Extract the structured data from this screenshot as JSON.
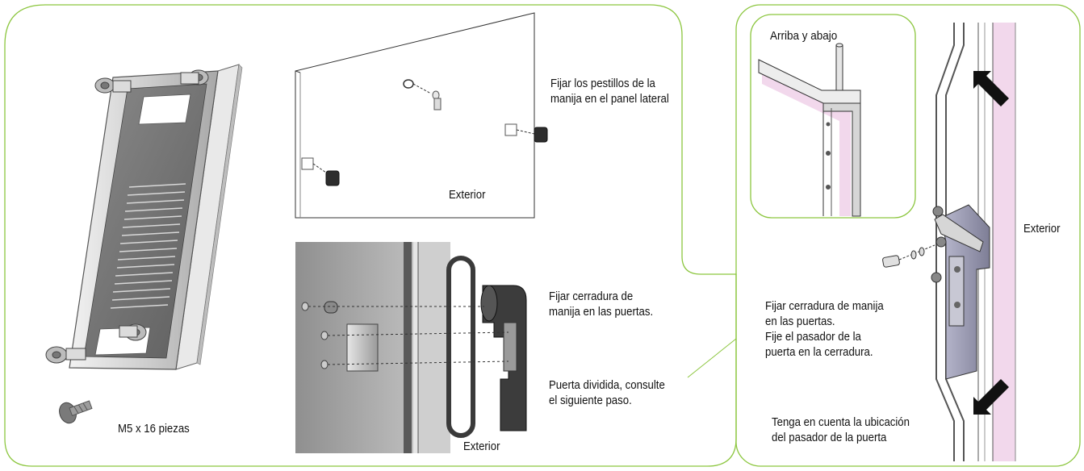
{
  "colors": {
    "frame_border": "#8cc63f",
    "steel": "#d0d0d0",
    "steel_dark": "#707070",
    "pink": "#f2d8ec",
    "black_part": "#3a3a3a"
  },
  "left_panel": {
    "screw_label": "M5 x 16 piezas",
    "side_panel_step": {
      "line1": "Fijar los pestillos de la",
      "line2": "manija en el panel lateral",
      "exterior": "Exterior"
    },
    "door_lock_step": {
      "line1": "Fijar cerradura de",
      "line2": "manija en las puertas.",
      "split1": "Puerta dividida, consulte",
      "split2": "el siguiente paso.",
      "exterior": "Exterior"
    }
  },
  "right_panel": {
    "inset_title": "Arriba y abajo",
    "exterior": "Exterior",
    "lock_line1": "Fijar cerradura de manija",
    "lock_line2": "en las puertas.",
    "pin_line1": "Fije el pasador de la",
    "pin_line2": "puerta en la cerradura.",
    "note_line1": "Tenga en cuenta la ubicación",
    "note_line2": "del pasador de la puerta"
  },
  "icons": {
    "screw": "screw-icon",
    "arrow": "arrow-icon"
  }
}
